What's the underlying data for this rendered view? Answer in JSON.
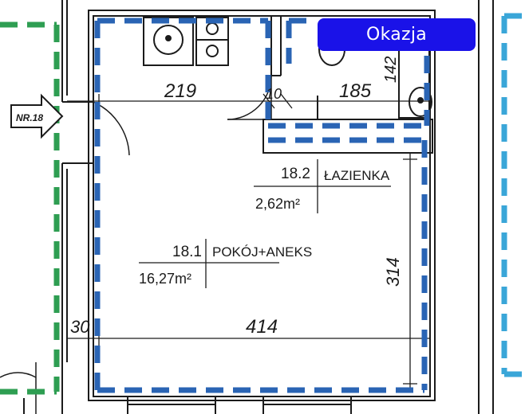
{
  "badge": {
    "label": "Okazja"
  },
  "marker": {
    "label": "NR.18"
  },
  "dimensions": {
    "left_width": "219",
    "wall": "10",
    "right_width": "185",
    "corner": "142",
    "height": "314",
    "bottom_width": "414",
    "wall_left": "30"
  },
  "rooms": [
    {
      "number": "18.2",
      "name": "ŁAZIENKA",
      "area": "2,62m²"
    },
    {
      "number": "18.1",
      "name": "POKÓJ+ANEKS",
      "area": "16,27m²"
    }
  ],
  "colors": {
    "unit_outline": "#2a64b4",
    "corridor_outline": "#2e9e52",
    "neighbor_outline": "#3aa6d8",
    "wall": "#1b1b1b",
    "badge": "#1a12e8"
  }
}
